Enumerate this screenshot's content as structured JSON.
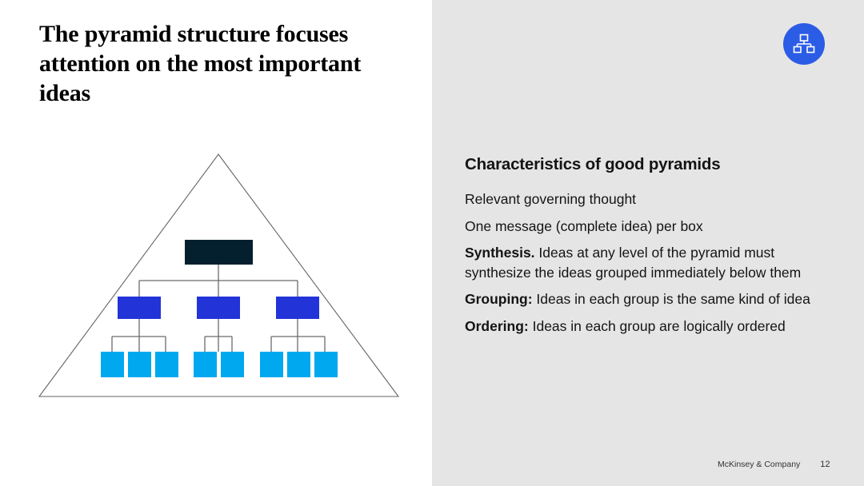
{
  "slide": {
    "title": "The pyramid structure focuses attention on the most important ideas",
    "background_left": "#ffffff",
    "background_right": "#e5e5e5"
  },
  "logo": {
    "icon": "org-chart-icon",
    "circle_color": "#2b5ce6",
    "glyph_color": "#ffffff"
  },
  "diagram": {
    "name": "pyramid-hierarchy-diagram",
    "outline_color": "#555555",
    "levels": [
      {
        "name": "governing-thought",
        "count": 1,
        "color": "#04202f"
      },
      {
        "name": "key-line",
        "count": 3,
        "color": "#2233d8"
      },
      {
        "name": "supporting-ideas",
        "count": 8,
        "color": "#00a8f0",
        "groups": [
          3,
          2,
          3
        ]
      }
    ]
  },
  "panel": {
    "heading": "Characteristics of good pyramids",
    "items": [
      {
        "bold": "",
        "text": "Relevant governing thought"
      },
      {
        "bold": "",
        "text": "One message (complete idea) per box"
      },
      {
        "bold": "Synthesis.",
        "text": " Ideas at any level of the pyramid must synthesize the ideas grouped immediately below them"
      },
      {
        "bold": "Grouping:",
        "text": " Ideas in each group is the same kind of idea"
      },
      {
        "bold": "Ordering:",
        "text": " Ideas in each group are logically ordered"
      }
    ]
  },
  "footer": {
    "brand": "McKinsey & Company",
    "page": "12"
  }
}
